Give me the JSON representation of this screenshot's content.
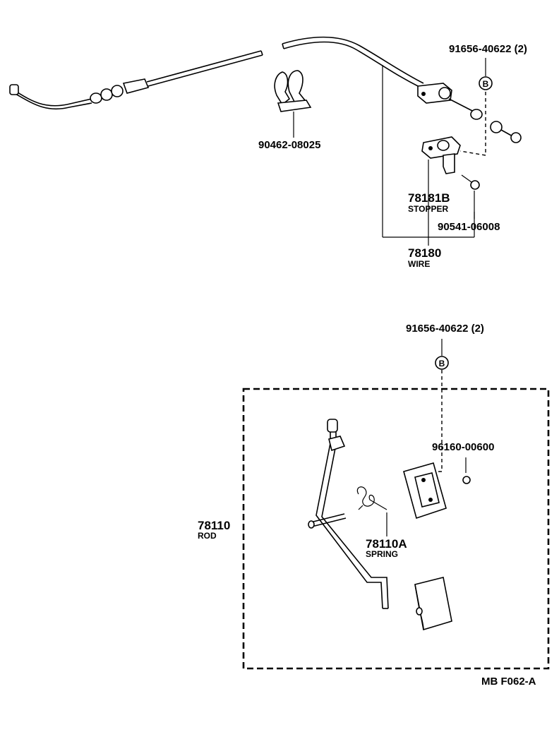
{
  "labels": {
    "clip": "90462-08025",
    "bolt_top": "91656-40622 (2)",
    "stopper_num": "78181B",
    "stopper_name": "STOPPER",
    "screw": "90541-06008",
    "wire_num": "78180",
    "wire_name": "WIRE",
    "bolt_bottom": "91656-40622 (2)",
    "nut": "96160-00600",
    "rod_num": "78110",
    "rod_name": "ROD",
    "spring_num": "78110A",
    "spring_name": "SPRING",
    "footer": "MB  F062-A"
  },
  "markers": {
    "bolt_top": "B",
    "bolt_bottom": "B"
  }
}
